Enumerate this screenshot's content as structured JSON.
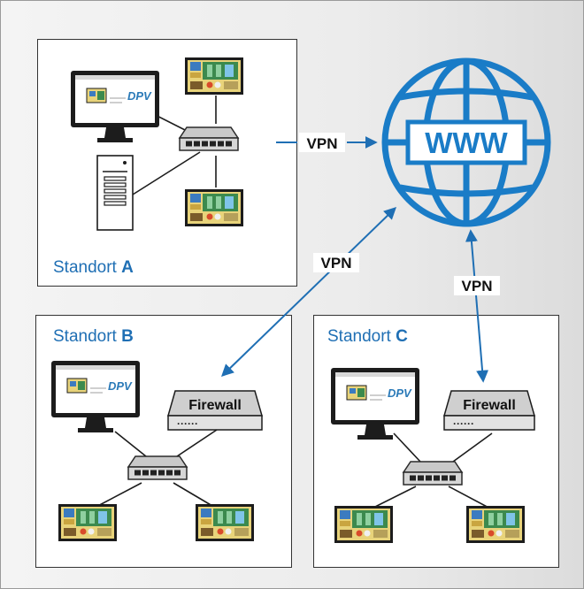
{
  "sites": {
    "a": {
      "prefix": "Standort",
      "letter": "A"
    },
    "b": {
      "prefix": "Standort",
      "letter": "B"
    },
    "c": {
      "prefix": "Standort",
      "letter": "C"
    }
  },
  "globe": {
    "label": "WWW"
  },
  "vpn": {
    "a": "VPN",
    "b": "VPN",
    "c": "VPN"
  },
  "firewall": {
    "b": "Firewall",
    "c": "Firewall"
  },
  "monitor_logo": "DPV",
  "colors": {
    "accent": "#1f6fb4",
    "globe": "#1a7cc7",
    "panel_yellow": "#e8d37a",
    "panel_green": "#3c8a4e"
  }
}
